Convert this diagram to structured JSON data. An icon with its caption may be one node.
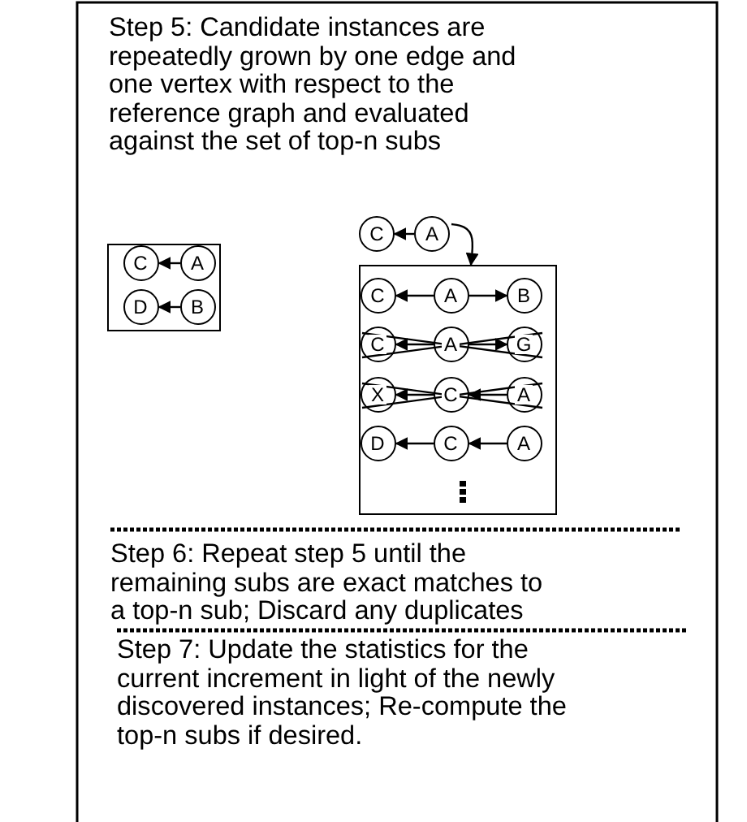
{
  "diagram": {
    "nodes": [
      {
        "text": [],
        "shape": "box"
      },
      {
        "text": [
          "C"
        ],
        "in": 0
      },
      {
        "text": [
          "A"
        ],
        "in": 0
      },
      {
        "text": [
          "D"
        ],
        "in": 0
      },
      {
        "text": [
          "B"
        ],
        "in": 0
      },
      {
        "text": [
          "C"
        ]
      },
      {
        "text": [
          "A"
        ]
      },
      {
        "text": [],
        "shape": "box"
      },
      {
        "text": [
          "C"
        ],
        "in": 7
      },
      {
        "text": [
          "A"
        ],
        "in": 7
      },
      {
        "text": [
          "B"
        ],
        "in": 7
      },
      {
        "text": [
          "C"
        ],
        "in": 7
      },
      {
        "text": [
          "A"
        ],
        "in": 7
      },
      {
        "text": [
          "G"
        ],
        "in": 7
      },
      {
        "text": [
          "X"
        ],
        "in": 7
      },
      {
        "text": [
          "C"
        ],
        "in": 7
      },
      {
        "text": [
          "A"
        ],
        "in": 7
      },
      {
        "text": [
          "D"
        ],
        "in": 7
      },
      {
        "text": [
          "C"
        ],
        "in": 7
      },
      {
        "text": [
          "A"
        ],
        "in": 7
      }
    ],
    "edges": [
      {
        "from": 2,
        "to": 1,
        "arrow": "to"
      },
      {
        "from": 4,
        "to": 3,
        "arrow": "to"
      },
      {
        "from": 6,
        "to": 5,
        "arrow": "to"
      },
      {
        "from": 6,
        "to": 7,
        "arrow": "to"
      },
      {
        "from": 9,
        "to": 8,
        "arrow": "to"
      },
      {
        "from": 9,
        "to": 10,
        "arrow": "to"
      },
      {
        "from": 12,
        "to": 11,
        "arrow": "to"
      },
      {
        "from": 12,
        "to": 13,
        "arrow": "to"
      },
      {
        "from": 15,
        "to": 14,
        "arrow": "to"
      },
      {
        "from": 16,
        "to": 15,
        "arrow": "to"
      },
      {
        "from": 18,
        "to": 17,
        "arrow": "to"
      },
      {
        "from": 19,
        "to": 18,
        "arrow": "to"
      }
    ],
    "labels": [
      "Step 5: Candidate instances are repeatedly grown by one edge and one vertex with respect to the reference graph and evaluated against the set of top-n subs",
      "Step 6: Repeat step 5 until the remaining subs are exact matches to a top-n sub; Discard any duplicates",
      "Step 7: Update the statistics for the current increment in light of the newly discovered instances; Re-compute the top-n subs if desired."
    ]
  }
}
